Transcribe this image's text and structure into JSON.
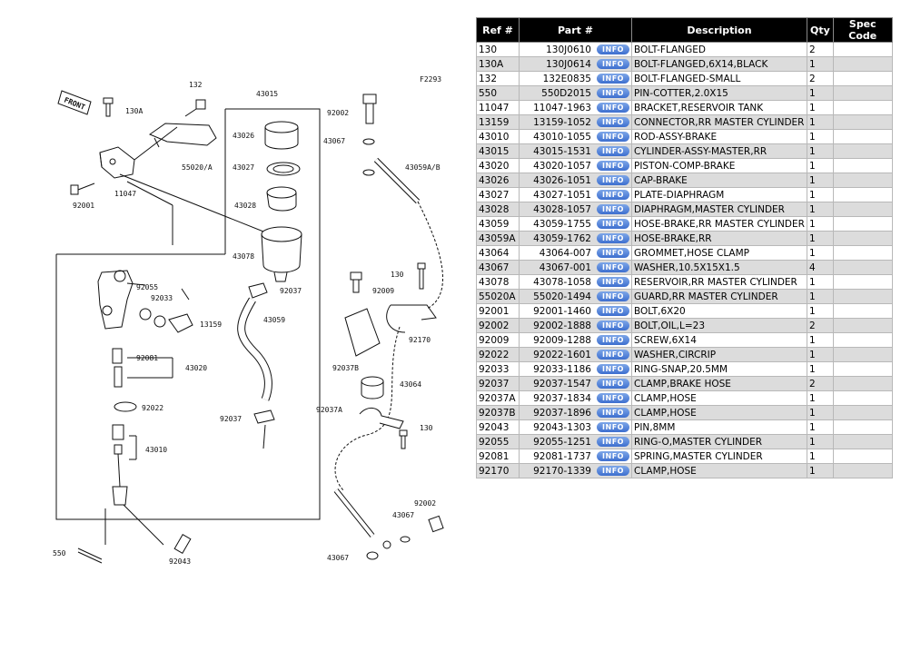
{
  "diagram": {
    "figure_code": "F2293",
    "front_label": "FRONT",
    "labels": [
      "130A",
      "132",
      "43015",
      "92002",
      "43026",
      "43067",
      "55020/A",
      "43059A/B",
      "43027",
      "11047",
      "92001",
      "43028",
      "43078",
      "92055",
      "92033",
      "13159",
      "92037",
      "43059",
      "130",
      "92009",
      "92081",
      "43020",
      "92170",
      "92037B",
      "43064",
      "92022",
      "43010",
      "92037",
      "92037A",
      "130",
      "92002",
      "43067",
      "550",
      "92043",
      "43067"
    ]
  },
  "table": {
    "headers": {
      "ref": "Ref #",
      "part": "Part #",
      "desc": "Description",
      "qty": "Qty",
      "spec": "Spec Code"
    },
    "info_label": "INFO",
    "rows": [
      {
        "ref": "130",
        "part": "130J0610",
        "desc": "BOLT-FLANGED",
        "qty": "2"
      },
      {
        "ref": "130A",
        "part": "130J0614",
        "desc": "BOLT-FLANGED,6X14,BLACK",
        "qty": "1"
      },
      {
        "ref": "132",
        "part": "132E0835",
        "desc": "BOLT-FLANGED-SMALL",
        "qty": "2"
      },
      {
        "ref": "550",
        "part": "550D2015",
        "desc": "PIN-COTTER,2.0X15",
        "qty": "1"
      },
      {
        "ref": "11047",
        "part": "11047-1963",
        "desc": "BRACKET,RESERVOIR TANK",
        "qty": "1"
      },
      {
        "ref": "13159",
        "part": "13159-1052",
        "desc": "CONNECTOR,RR MASTER CYLINDER",
        "qty": "1"
      },
      {
        "ref": "43010",
        "part": "43010-1055",
        "desc": "ROD-ASSY-BRAKE",
        "qty": "1"
      },
      {
        "ref": "43015",
        "part": "43015-1531",
        "desc": "CYLINDER-ASSY-MASTER,RR",
        "qty": "1"
      },
      {
        "ref": "43020",
        "part": "43020-1057",
        "desc": "PISTON-COMP-BRAKE",
        "qty": "1"
      },
      {
        "ref": "43026",
        "part": "43026-1051",
        "desc": "CAP-BRAKE",
        "qty": "1"
      },
      {
        "ref": "43027",
        "part": "43027-1051",
        "desc": "PLATE-DIAPHRAGM",
        "qty": "1"
      },
      {
        "ref": "43028",
        "part": "43028-1057",
        "desc": "DIAPHRAGM,MASTER CYLINDER",
        "qty": "1"
      },
      {
        "ref": "43059",
        "part": "43059-1755",
        "desc": "HOSE-BRAKE,RR MASTER CYLINDER",
        "qty": "1"
      },
      {
        "ref": "43059A",
        "part": "43059-1762",
        "desc": "HOSE-BRAKE,RR",
        "qty": "1"
      },
      {
        "ref": "43064",
        "part": "43064-007",
        "desc": "GROMMET,HOSE CLAMP",
        "qty": "1"
      },
      {
        "ref": "43067",
        "part": "43067-001",
        "desc": "WASHER,10.5X15X1.5",
        "qty": "4"
      },
      {
        "ref": "43078",
        "part": "43078-1058",
        "desc": "RESERVOIR,RR MASTER CYLINDER",
        "qty": "1"
      },
      {
        "ref": "55020A",
        "part": "55020-1494",
        "desc": "GUARD,RR MASTER CYLINDER",
        "qty": "1"
      },
      {
        "ref": "92001",
        "part": "92001-1460",
        "desc": "BOLT,6X20",
        "qty": "1"
      },
      {
        "ref": "92002",
        "part": "92002-1888",
        "desc": "BOLT,OIL,L=23",
        "qty": "2"
      },
      {
        "ref": "92009",
        "part": "92009-1288",
        "desc": "SCREW,6X14",
        "qty": "1"
      },
      {
        "ref": "92022",
        "part": "92022-1601",
        "desc": "WASHER,CIRCRIP",
        "qty": "1"
      },
      {
        "ref": "92033",
        "part": "92033-1186",
        "desc": "RING-SNAP,20.5MM",
        "qty": "1"
      },
      {
        "ref": "92037",
        "part": "92037-1547",
        "desc": "CLAMP,BRAKE HOSE",
        "qty": "2"
      },
      {
        "ref": "92037A",
        "part": "92037-1834",
        "desc": "CLAMP,HOSE",
        "qty": "1"
      },
      {
        "ref": "92037B",
        "part": "92037-1896",
        "desc": "CLAMP,HOSE",
        "qty": "1"
      },
      {
        "ref": "92043",
        "part": "92043-1303",
        "desc": "PIN,8MM",
        "qty": "1"
      },
      {
        "ref": "92055",
        "part": "92055-1251",
        "desc": "RING-O,MASTER CYLINDER",
        "qty": "1"
      },
      {
        "ref": "92081",
        "part": "92081-1737",
        "desc": "SPRING,MASTER CYLINDER",
        "qty": "1"
      },
      {
        "ref": "92170",
        "part": "92170-1339",
        "desc": "CLAMP,HOSE",
        "qty": "1"
      }
    ]
  }
}
